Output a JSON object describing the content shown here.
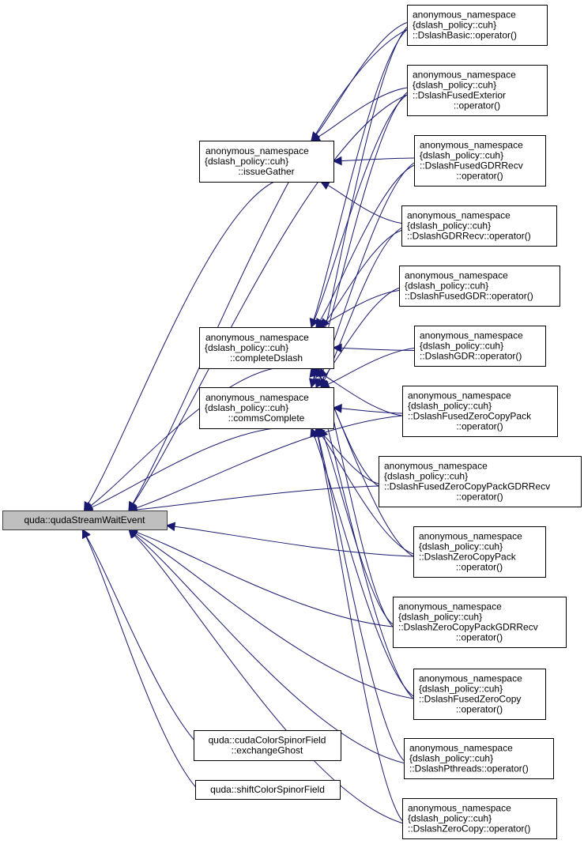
{
  "diagram": {
    "type": "call-graph",
    "direction": "right-to-left",
    "edge_color": "#191970",
    "root_fill": "#bfbfbf",
    "nodes": [
      {
        "id": "root",
        "lines": [
          "quda::qudaStreamWaitEvent"
        ],
        "root": true
      },
      {
        "id": "issueGather",
        "lines": [
          "anonymous_namespace",
          "{dslash_policy::cuh}",
          "::issueGather"
        ]
      },
      {
        "id": "completeDslash",
        "lines": [
          "anonymous_namespace",
          "{dslash_policy::cuh}",
          "::completeDslash"
        ]
      },
      {
        "id": "commsComplete",
        "lines": [
          "anonymous_namespace",
          "{dslash_policy::cuh}",
          "::commsComplete"
        ]
      },
      {
        "id": "exchangeGhost",
        "lines": [
          "quda::cudaColorSpinorField",
          "::exchangeGhost"
        ]
      },
      {
        "id": "shiftColorSpinorField",
        "lines": [
          "quda::shiftColorSpinorField"
        ]
      },
      {
        "id": "DslashBasic",
        "lines": [
          "anonymous_namespace",
          "{dslash_policy::cuh}",
          "::DslashBasic::operator()"
        ]
      },
      {
        "id": "DslashFusedExterior",
        "lines": [
          "anonymous_namespace",
          "{dslash_policy::cuh}",
          "::DslashFusedExterior",
          "::operator()"
        ]
      },
      {
        "id": "DslashFusedGDRRecv",
        "lines": [
          "anonymous_namespace",
          "{dslash_policy::cuh}",
          "::DslashFusedGDRRecv",
          "::operator()"
        ]
      },
      {
        "id": "DslashGDRRecv",
        "lines": [
          "anonymous_namespace",
          "{dslash_policy::cuh}",
          "::DslashGDRRecv::operator()"
        ]
      },
      {
        "id": "DslashFusedGDR",
        "lines": [
          "anonymous_namespace",
          "{dslash_policy::cuh}",
          "::DslashFusedGDR::operator()"
        ]
      },
      {
        "id": "DslashGDR",
        "lines": [
          "anonymous_namespace",
          "{dslash_policy::cuh}",
          "::DslashGDR::operator()"
        ]
      },
      {
        "id": "DslashFusedZeroCopyPack",
        "lines": [
          "anonymous_namespace",
          "{dslash_policy::cuh}",
          "::DslashFusedZeroCopyPack",
          "::operator()"
        ]
      },
      {
        "id": "DslashFusedZeroCopyPackGDRRecv",
        "lines": [
          "anonymous_namespace",
          "{dslash_policy::cuh}",
          "::DslashFusedZeroCopyPackGDRRecv",
          "::operator()"
        ]
      },
      {
        "id": "DslashZeroCopyPack",
        "lines": [
          "anonymous_namespace",
          "{dslash_policy::cuh}",
          "::DslashZeroCopyPack",
          "::operator()"
        ]
      },
      {
        "id": "DslashZeroCopyPackGDRRecv",
        "lines": [
          "anonymous_namespace",
          "{dslash_policy::cuh}",
          "::DslashZeroCopyPackGDRRecv",
          "::operator()"
        ]
      },
      {
        "id": "DslashFusedZeroCopy",
        "lines": [
          "anonymous_namespace",
          "{dslash_policy::cuh}",
          "::DslashFusedZeroCopy",
          "::operator()"
        ]
      },
      {
        "id": "DslashPthreads",
        "lines": [
          "anonymous_namespace",
          "{dslash_policy::cuh}",
          "::DslashPthreads::operator()"
        ]
      },
      {
        "id": "DslashZeroCopy",
        "lines": [
          "anonymous_namespace",
          "{dslash_policy::cuh}",
          "::DslashZeroCopy::operator()"
        ]
      }
    ],
    "edges": [
      {
        "from": "issueGather",
        "to": "root"
      },
      {
        "from": "completeDslash",
        "to": "root"
      },
      {
        "from": "commsComplete",
        "to": "root"
      },
      {
        "from": "exchangeGhost",
        "to": "root"
      },
      {
        "from": "shiftColorSpinorField",
        "to": "root"
      },
      {
        "from": "DslashBasic",
        "to": "root"
      },
      {
        "from": "DslashFusedExterior",
        "to": "root"
      },
      {
        "from": "DslashFusedZeroCopyPackGDRRecv",
        "to": "root"
      },
      {
        "from": "DslashZeroCopyPack",
        "to": "root"
      },
      {
        "from": "DslashFusedZeroCopyPack",
        "to": "root"
      },
      {
        "from": "DslashZeroCopyPackGDRRecv",
        "to": "root"
      },
      {
        "from": "DslashFusedZeroCopy",
        "to": "root"
      },
      {
        "from": "DslashPthreads",
        "to": "root"
      },
      {
        "from": "DslashZeroCopy",
        "to": "root"
      },
      {
        "from": "DslashBasic",
        "to": "issueGather"
      },
      {
        "from": "DslashFusedExterior",
        "to": "issueGather"
      },
      {
        "from": "DslashFusedGDRRecv",
        "to": "issueGather"
      },
      {
        "from": "DslashGDRRecv",
        "to": "issueGather"
      },
      {
        "from": "DslashBasic",
        "to": "completeDslash"
      },
      {
        "from": "DslashFusedExterior",
        "to": "completeDslash"
      },
      {
        "from": "DslashFusedGDRRecv",
        "to": "completeDslash"
      },
      {
        "from": "DslashGDRRecv",
        "to": "completeDslash"
      },
      {
        "from": "DslashFusedGDR",
        "to": "completeDslash"
      },
      {
        "from": "DslashGDR",
        "to": "completeDslash"
      },
      {
        "from": "DslashFusedZeroCopyPack",
        "to": "completeDslash"
      },
      {
        "from": "DslashFusedZeroCopyPackGDRRecv",
        "to": "completeDslash"
      },
      {
        "from": "DslashZeroCopyPack",
        "to": "completeDslash"
      },
      {
        "from": "DslashZeroCopyPackGDRRecv",
        "to": "completeDslash"
      },
      {
        "from": "DslashFusedZeroCopy",
        "to": "completeDslash"
      },
      {
        "from": "DslashBasic",
        "to": "commsComplete"
      },
      {
        "from": "DslashFusedExterior",
        "to": "commsComplete"
      },
      {
        "from": "DslashFusedGDRRecv",
        "to": "commsComplete"
      },
      {
        "from": "DslashGDRRecv",
        "to": "commsComplete"
      },
      {
        "from": "DslashFusedGDR",
        "to": "commsComplete"
      },
      {
        "from": "DslashGDR",
        "to": "commsComplete"
      },
      {
        "from": "DslashFusedZeroCopyPack",
        "to": "commsComplete"
      },
      {
        "from": "DslashFusedZeroCopyPackGDRRecv",
        "to": "commsComplete"
      },
      {
        "from": "DslashZeroCopyPack",
        "to": "commsComplete"
      },
      {
        "from": "DslashZeroCopyPackGDRRecv",
        "to": "commsComplete"
      },
      {
        "from": "DslashFusedZeroCopy",
        "to": "commsComplete"
      },
      {
        "from": "DslashPthreads",
        "to": "commsComplete"
      },
      {
        "from": "DslashZeroCopy",
        "to": "commsComplete"
      }
    ]
  }
}
